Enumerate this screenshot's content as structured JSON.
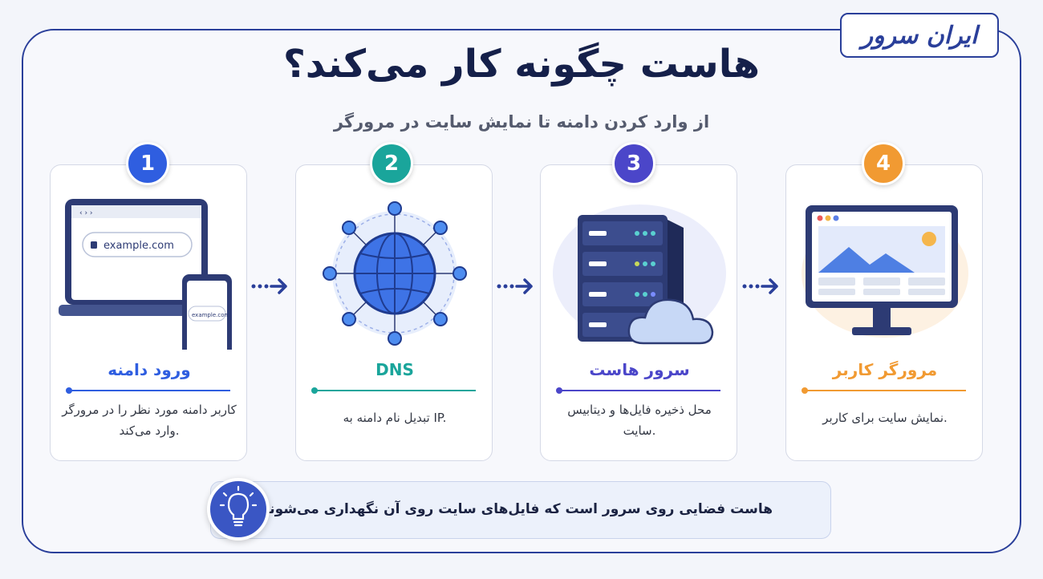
{
  "brand": {
    "logo_text": "ایران سرور"
  },
  "header": {
    "title": "هاست چگونه کار می‌کند؟",
    "subtitle": "از وارد کردن دامنه تا نمایش سایت در مرورگر"
  },
  "colors": {
    "step1": "#2f5ee0",
    "step2": "#1aa59b",
    "step3": "#4b46c9",
    "step4": "#f19a32",
    "frame": "#2a3f9a"
  },
  "steps": [
    {
      "number": "1",
      "title": "ورود دامنه",
      "desc": "کاربر دامنه مورد نظر را در مرورگر وارد می‌کند.",
      "icon": "laptop-phone-icon",
      "laptop_url": "example.com",
      "phone_url": "example.com"
    },
    {
      "number": "2",
      "title": "DNS",
      "desc": "تبدیل نام دامنه به IP.",
      "icon": "globe-network-icon"
    },
    {
      "number": "3",
      "title": "سرور هاست",
      "desc": "محل ذخیره فایل‌ها و دیتابیس سایت.",
      "icon": "server-cloud-icon"
    },
    {
      "number": "4",
      "title": "مرورگر کاربر",
      "desc": "نمایش سایت برای کاربر.",
      "icon": "monitor-website-icon"
    }
  ],
  "info": {
    "text": "هاست فضایی روی سرور است که فایل‌های سایت روی آن نگهداری می‌شوند.",
    "icon": "lightbulb-icon"
  }
}
